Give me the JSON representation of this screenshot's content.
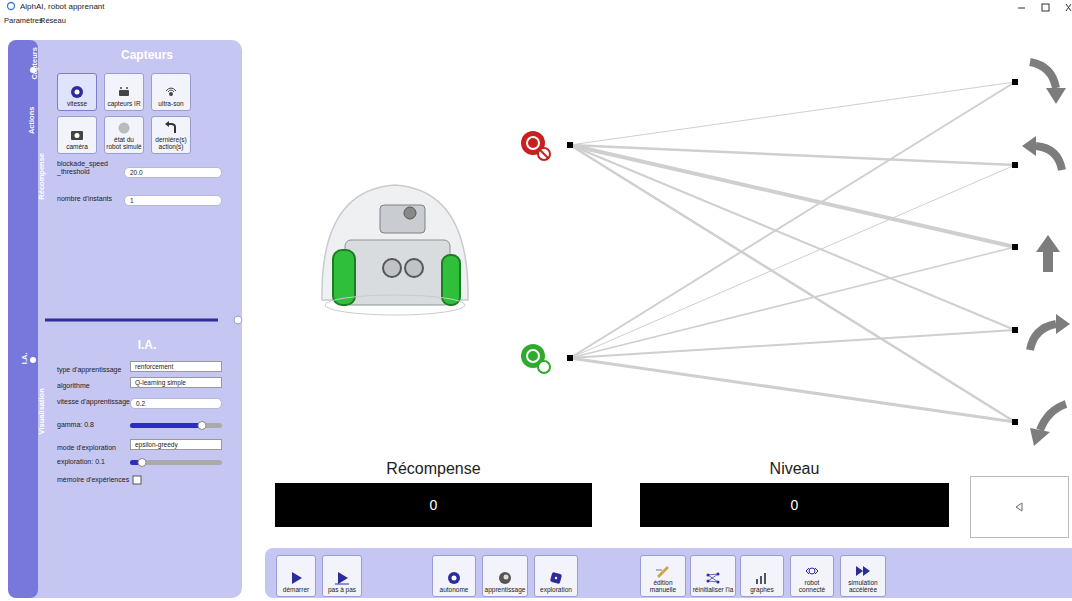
{
  "diagram": {
    "nodes": [
      {
        "text": [
          "Capteurs"
        ]
      },
      {
        "text": [
          "vitesse"
        ],
        "in": 0
      },
      {
        "text": [
          "capteurs IR"
        ],
        "in": 0
      },
      {
        "text": [
          "ultra-son"
        ],
        "in": 0
      },
      {
        "text": [
          "caméra"
        ],
        "in": 0
      },
      {
        "text": [
          "état du robot simulé"
        ],
        "in": 0
      },
      {
        "text": [
          "dernière(s) action(s)"
        ],
        "in": 0
      },
      {
        "text": [
          "20.0"
        ],
        "in": 0
      },
      {
        "text": [
          "1"
        ],
        "in": 0
      },
      {
        "text": [
          "I.A."
        ]
      },
      {
        "text": [
          "renforcement"
        ],
        "in": 9
      },
      {
        "text": [
          "Q-learning simple"
        ],
        "in": 9
      },
      {
        "text": [
          "0.2"
        ],
        "in": 9
      },
      {
        "text": [
          "epsilon-greedy"
        ],
        "in": 9
      },
      {
        "text": [
          "Récompense",
          "0"
        ]
      },
      {
        "text": [
          "Niveau",
          "0"
        ]
      },
      {
        "text": [
          "démarrer"
        ]
      },
      {
        "text": [
          "pas à pas"
        ]
      },
      {
        "text": [
          "autonome"
        ]
      },
      {
        "text": [
          "apprentissage"
        ]
      },
      {
        "text": [
          "exploration"
        ]
      },
      {
        "text": [
          "édition manuelle"
        ]
      },
      {
        "text": [
          "réinitialiser l'ia"
        ]
      },
      {
        "text": [
          "graphes"
        ]
      },
      {
        "text": [
          "robot connecté"
        ]
      },
      {
        "text": [
          "simulation accélérée"
        ]
      }
    ],
    "labels": [
      "AlphAI, robot apprenant",
      "Paramètres",
      "Réseau",
      "Capteurs",
      "Actions",
      "Récompense",
      "I.A.",
      "Visualisation",
      "blockade_speed_threshold",
      "nombre d'instants",
      "type d'apprentissage",
      "algorithme",
      "vitesse d'apprentissage",
      "gamma: 0.8",
      "mode d'exploration",
      "exploration: 0.1",
      "mémoire d'expériences"
    ]
  }
}
